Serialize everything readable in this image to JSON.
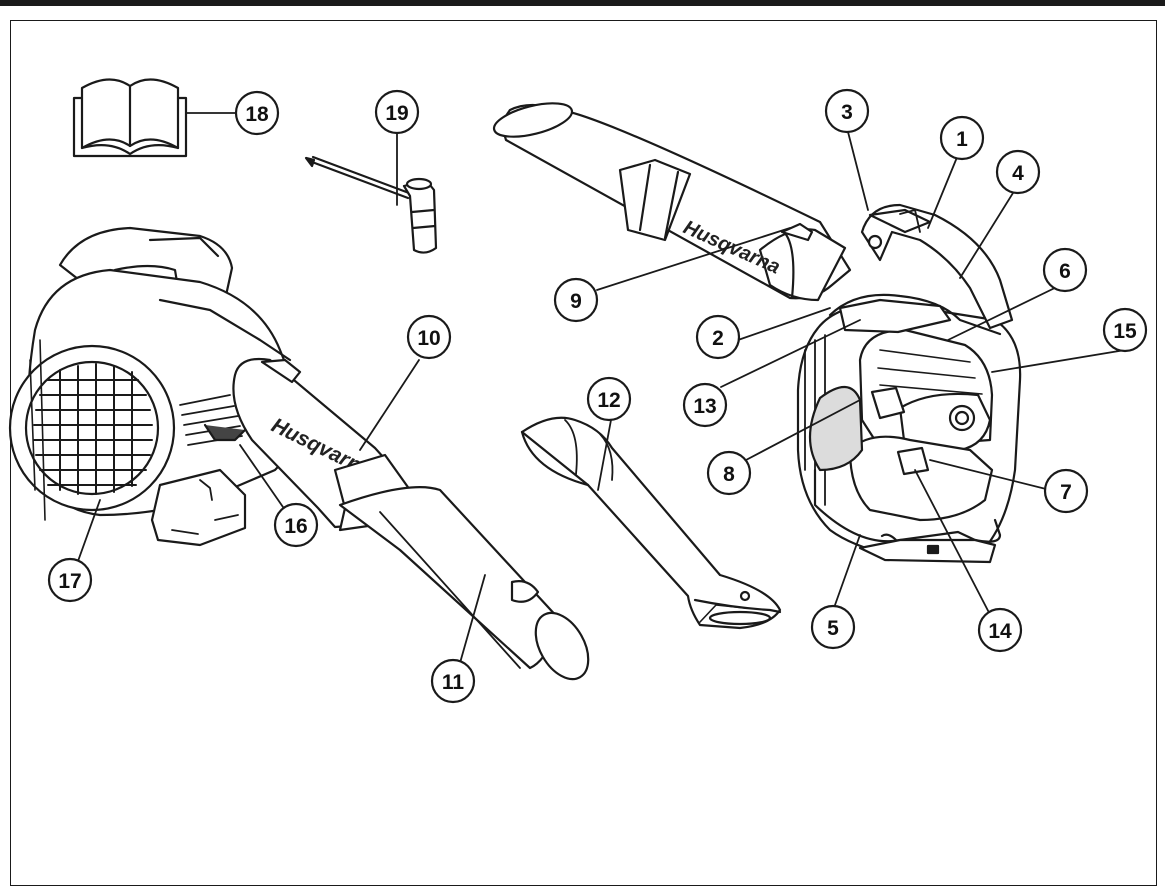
{
  "diagram": {
    "brand_text": "Husqvarna",
    "callouts": [
      "1",
      "2",
      "3",
      "4",
      "5",
      "6",
      "7",
      "8",
      "9",
      "10",
      "11",
      "12",
      "13",
      "14",
      "15",
      "16",
      "17",
      "18",
      "19"
    ],
    "colors": {
      "line": "#1a1a1a",
      "fill": "#ffffff",
      "shade": "#dcdcdc",
      "dark": "#444444"
    },
    "icons": [
      "manual-book-icon",
      "spark-plug-wrench-icon",
      "blower-tube-icon",
      "nozzle-icon",
      "blower-left-icon",
      "blower-right-icon"
    ]
  }
}
